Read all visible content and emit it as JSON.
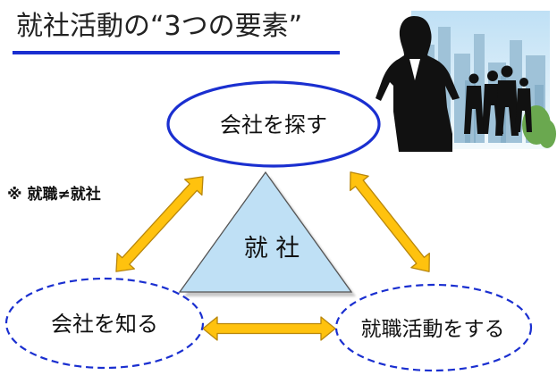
{
  "title": "就社活動の“3つの要素”",
  "note": "※ 就職≠就社",
  "center_label": "就 社",
  "nodes": {
    "search": "会社を探す",
    "know": "会社を知る",
    "activity": "就職活動をする"
  },
  "colors": {
    "accent_blue": "#1a2fd0",
    "arrow_fill": "#ffc20e",
    "arrow_stroke": "#b8860b",
    "triangle_fill": "#bfe0f5",
    "triangle_stroke": "#555555",
    "silhouette": "#111111",
    "city_sky": "#cfe6f3"
  },
  "illustration": "businesspeople-silhouette-cityscape"
}
